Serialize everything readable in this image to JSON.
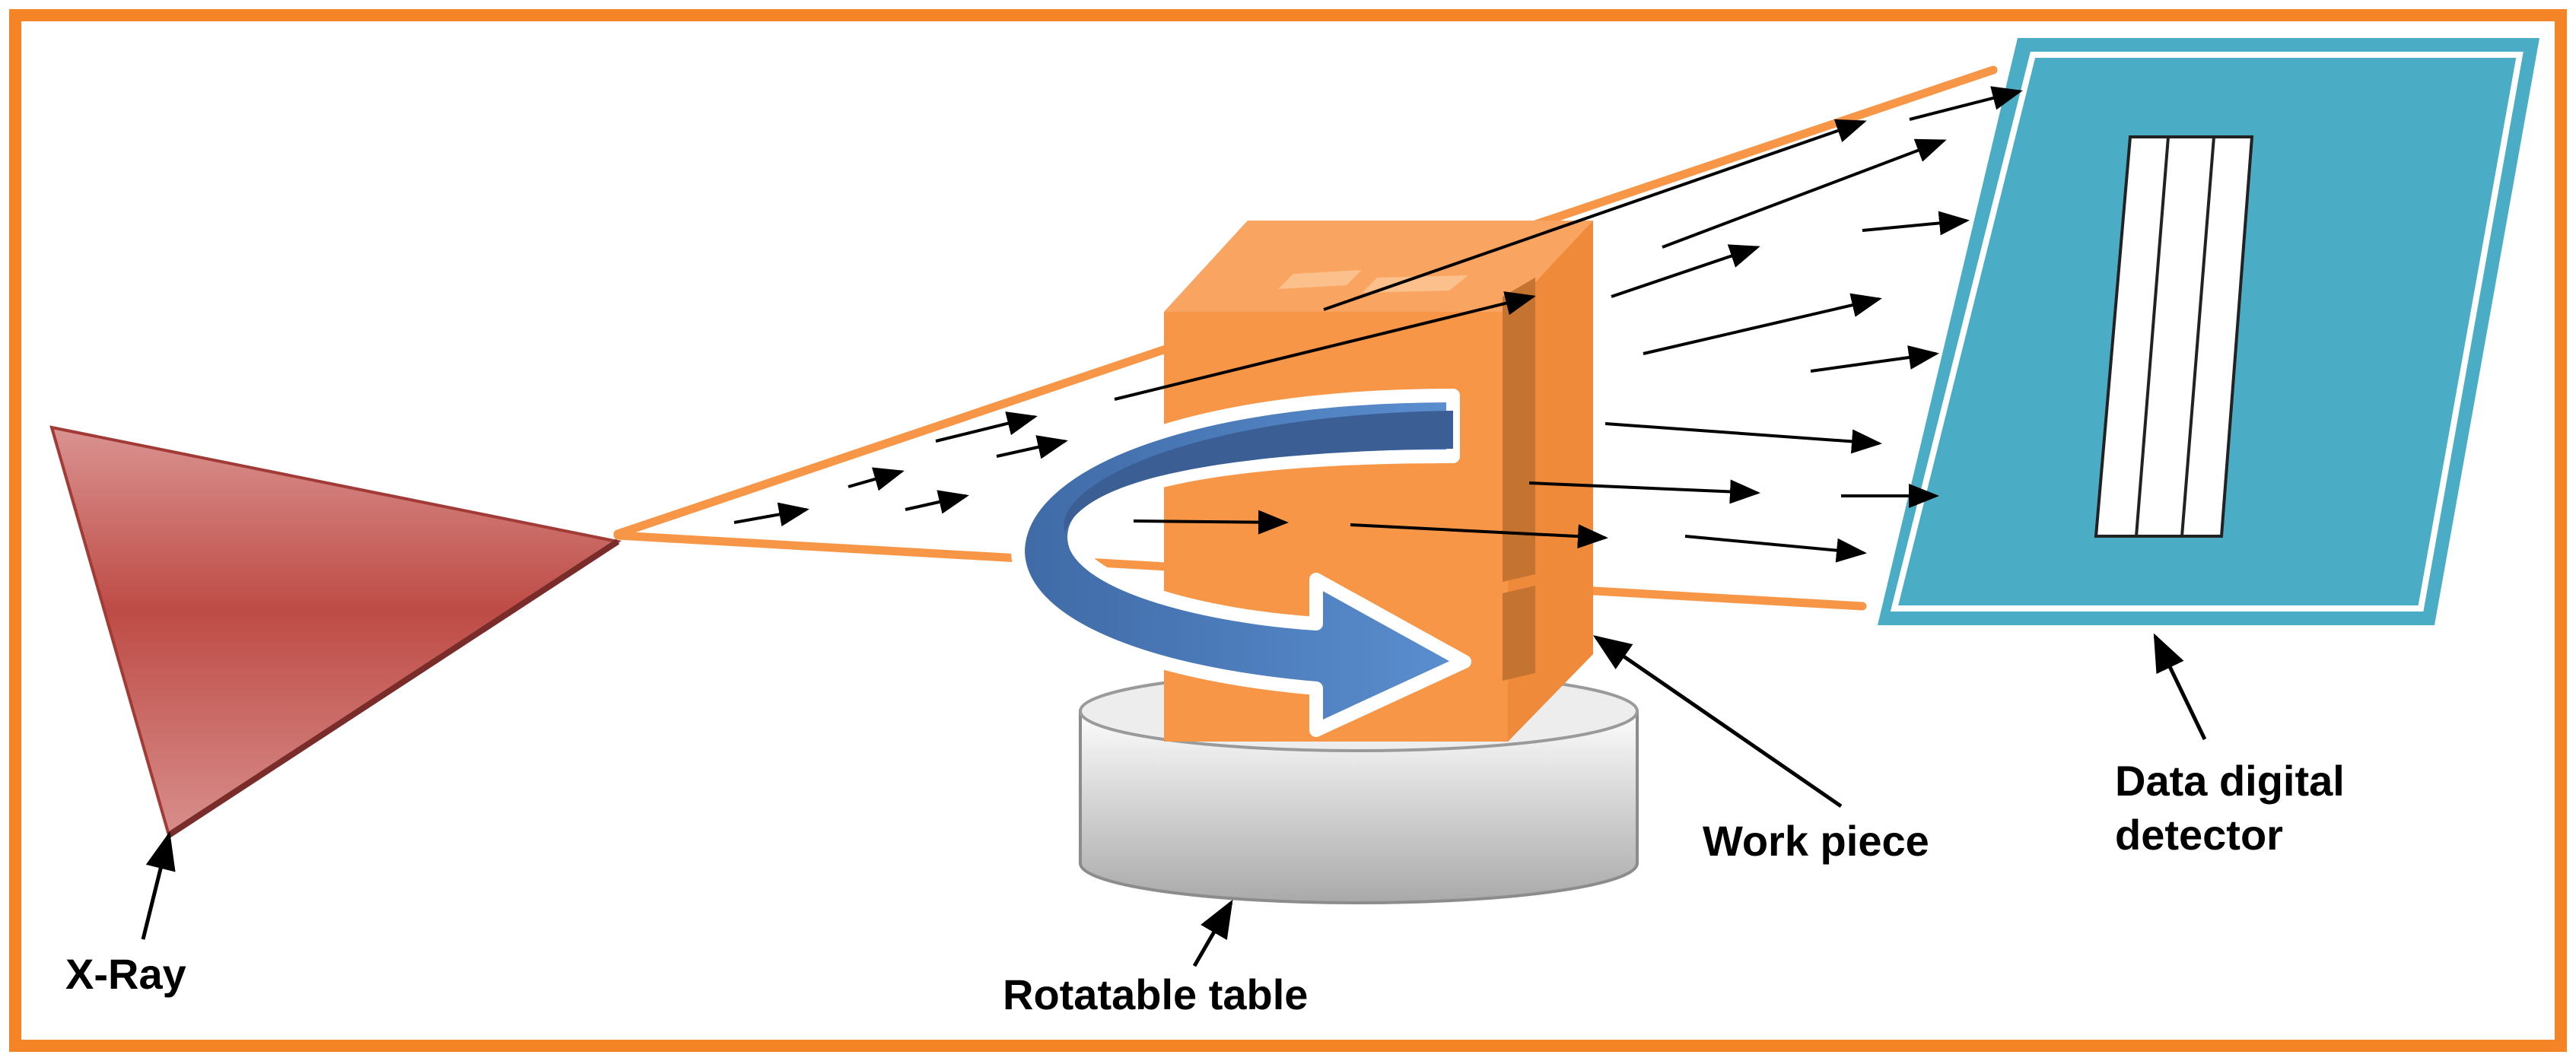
{
  "labels": {
    "xray": "X-Ray",
    "rotatable_table": "Rotatable table",
    "work_piece": "Work piece",
    "detector_line1": "Data digital",
    "detector_line2": "detector"
  },
  "colors": {
    "frame": "#F58426",
    "source_dark": "#B5403B",
    "source_light": "#D88E8C",
    "beam_edge": "#F79646",
    "work_piece_front": "#F79646",
    "work_piece_side": "#C66F2A",
    "table_top": "#E8E8E8",
    "table_side": "#BFBFBF",
    "rotation_arrow": "#4F81BD",
    "rotation_arrow_dark": "#3B5F95",
    "detector": "#4BACC6",
    "arrow": "#000000"
  }
}
